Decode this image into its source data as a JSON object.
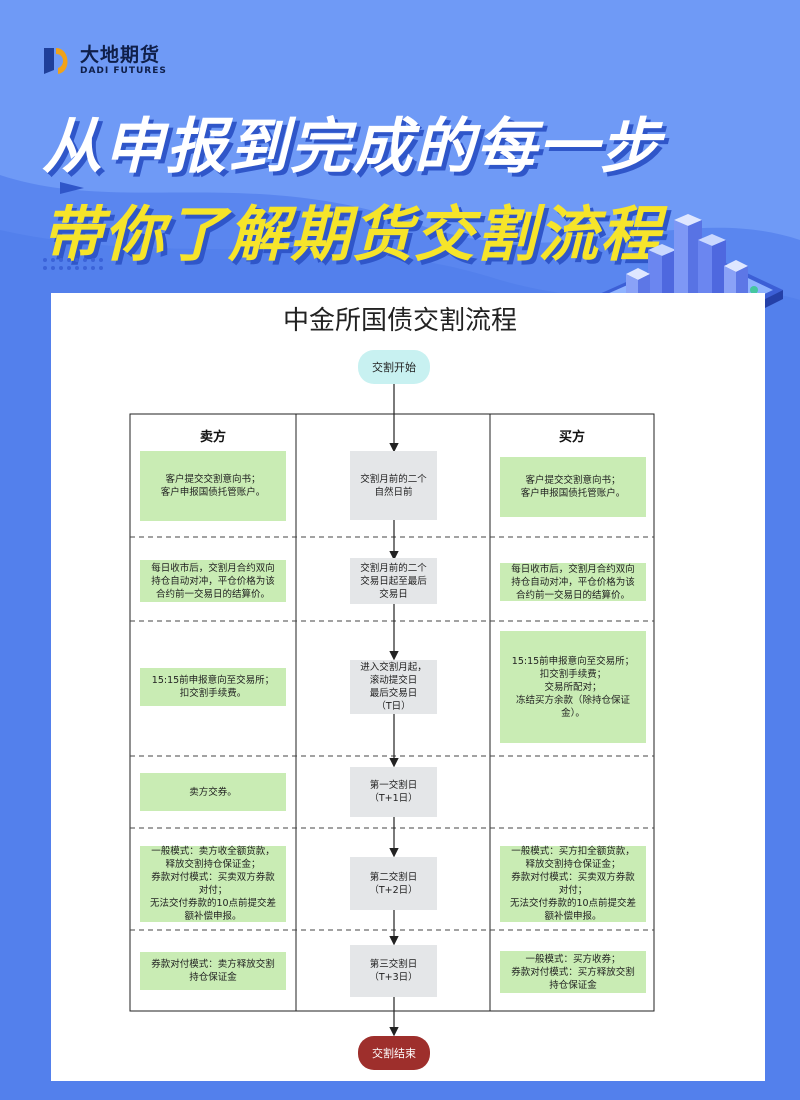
{
  "logo": {
    "cn": "大地期货",
    "en": "DADI FUTURES"
  },
  "headline": {
    "line1": "从申报到完成的每一步",
    "line2": "带你了解期货交割流程"
  },
  "diagram": {
    "title": "中金所国债交割流程",
    "start": "交割开始",
    "end": "交割结束",
    "seller_header": "卖方",
    "buyer_header": "买方",
    "rows": [
      {
        "seller": "客户提交交割意向书；\n客户申报国债托管账户。",
        "middle": "交割月前的二个\n自然日前",
        "buyer": "客户提交交割意向书；\n客户申报国债托管账户。"
      },
      {
        "seller": "每日收市后，交割月合约双向\n持仓自动对冲，平仓价格为该\n合约前一交易日的结算价。",
        "middle": "交割月前的二个\n交易日起至最后\n交易日",
        "buyer": "每日收市后，交割月合约双向\n持仓自动对冲，平仓价格为该\n合约前一交易日的结算价。"
      },
      {
        "seller": "15:15前申报意向至交易所；\n扣交割手续费。",
        "middle": "进入交割月起，\n滚动提交日\n最后交易日\n（T日）",
        "buyer": "15:15前申报意向至交易所；\n扣交割手续费；\n交易所配对；\n冻结买方余款（除持仓保证\n金）。"
      },
      {
        "seller": "卖方交券。",
        "middle": "第一交割日\n（T+1日）",
        "buyer": ""
      },
      {
        "seller": "一般模式：卖方收全额货款，\n释放交割持仓保证金；\n券款对付模式：买卖双方券款\n对付；\n无法交付券款的10点前提交差\n额补偿申报。",
        "middle": "第二交割日\n（T+2日）",
        "buyer": "一般模式：买方扣全额货款，\n释放交割持仓保证金；\n券款对付模式：买卖双方券款\n对付；\n无法交付券款的10点前提交差\n额补偿申报。"
      },
      {
        "seller": "券款对付模式：卖方释放交割\n持仓保证金",
        "middle": "第三交割日\n（T+3日）",
        "buyer": "一般模式：买方收券；\n券款对付模式：买方释放交割\n持仓保证金"
      }
    ]
  },
  "colors": {
    "background": "#6f9af6",
    "headline_yellow": "#f6e42a",
    "start_fill": "#c8f1f1",
    "end_fill": "#9e2f2c",
    "green_box": "#c9ecb4",
    "grey_box": "#e4e6e8"
  }
}
